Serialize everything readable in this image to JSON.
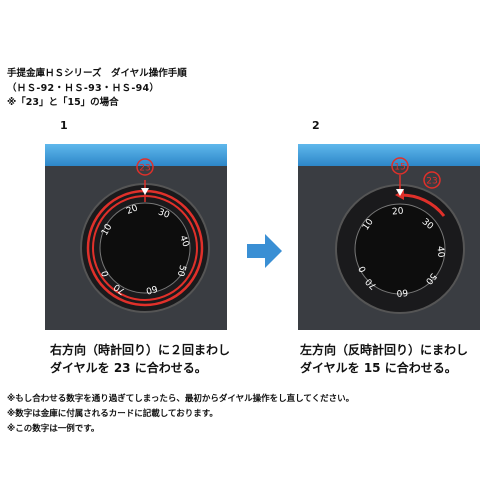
{
  "header": {
    "title": "手提金庫ＨＳシリーズ　ダイヤル操作手順",
    "models": "（ＨＳ-92・ＨＳ-93・ＨＳ-94）",
    "note": "※「23」と「15」の場合"
  },
  "steps": [
    {
      "number": "1",
      "target_badge": "23",
      "caption_line1": "右方向（時計回り）に２回まわし",
      "caption_line2": "ダイヤルを 23 に合わせる。"
    },
    {
      "number": "2",
      "start_badge": "15",
      "target_badge": "23",
      "caption_line1": "左方向（反時計回り）にまわし",
      "caption_line2": "ダイヤルを 15 に合わせる。"
    }
  ],
  "dial": {
    "numbers": [
      "0",
      "10",
      "20",
      "30",
      "40",
      "50",
      "60",
      "70"
    ]
  },
  "footnotes": [
    "※もし合わせる数字を通り過ぎてしまったら、最初からダイヤル操作をし直してください。",
    "※数字は金庫に付属されるカードに記載しております。",
    "※この数字は一例です。"
  ],
  "colors": {
    "accent_red": "#e0302a",
    "band_blue": "#3a9ad8",
    "arrow_blue": "#3a8fd4",
    "panel_gray": "#3a3d42"
  }
}
